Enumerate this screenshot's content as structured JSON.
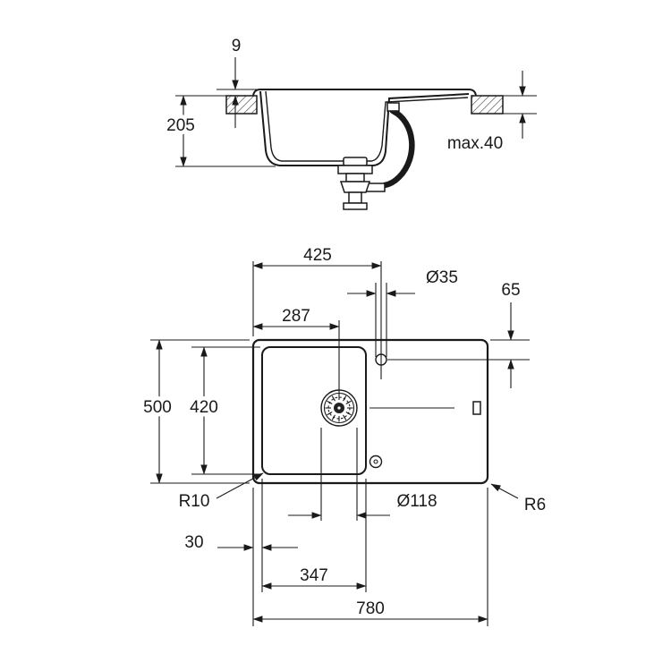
{
  "drawing": {
    "section_view": {
      "rim_height": "9",
      "bowl_depth": "205",
      "max_counter_thickness": "max.40"
    },
    "plan_view": {
      "faucet_from_left": "425",
      "faucet_hole_diameter": "Ø35",
      "faucet_from_top": "65",
      "drain_from_left": "287",
      "overall_depth": "500",
      "bowl_inner_depth": "420",
      "bowl_corner_radius": "R10",
      "drain_diameter": "Ø118",
      "outer_corner_radius": "R6",
      "left_edge_margin": "30",
      "bowl_inner_width": "347",
      "overall_width": "780"
    },
    "colors": {
      "line": "#1a1a1a",
      "background": "#ffffff"
    }
  }
}
